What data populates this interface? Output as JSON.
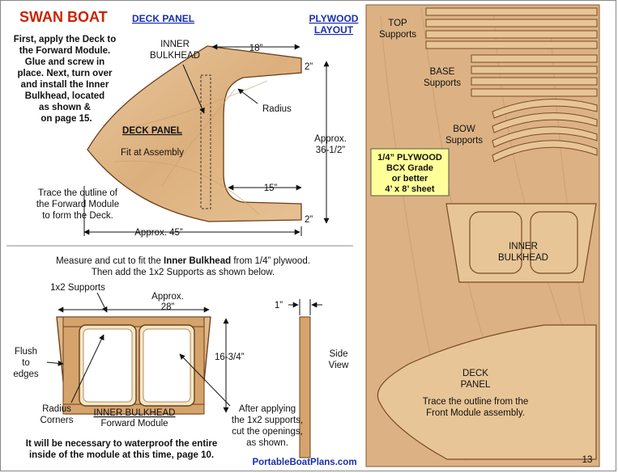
{
  "title": "SWAN BOAT",
  "instructions": [
    "First, apply the Deck to",
    "the Forward Module.",
    "Glue and screw in",
    "place. Next, turn over",
    "and install the Inner",
    "Bulkhead, located",
    "as shown &",
    "on page 15."
  ],
  "deck_panel_heading": "DECK  PANEL",
  "plywood_layout_heading": [
    "PLYWOOD",
    "LAYOUT"
  ],
  "inner_bulkhead_top_label": [
    "INNER",
    "BULKHEAD"
  ],
  "deck_panel_label": "DECK PANEL",
  "fit_at_assembly": "Fit at Assembly",
  "radius_label": "Radius",
  "dim_18": "18”",
  "dim_2_top": "2”",
  "dim_2_bottom": "2”",
  "dim_15": "15”",
  "approx_height": [
    "Approx.",
    "36-1/2”"
  ],
  "approx_45": "Approx. 45”",
  "trace_note": [
    "Trace the outline of",
    "the Forward Module",
    "to form the Deck."
  ],
  "measure_note": [
    "Measure and cut to fit the ",
    "Inner Bulkhead",
    " from 1/4” plywood."
  ],
  "measure_note_2": "Then add the 1x2 Supports as shown below.",
  "supports_label": "1x2 Supports",
  "approx_28": [
    "Approx.",
    "28”"
  ],
  "dim_1": "1”",
  "flush_label": [
    "Flush",
    "to",
    "edges"
  ],
  "dim_16_75": "16-3/4”",
  "side_view": [
    "Side",
    "View"
  ],
  "radius_corners": [
    "Radius",
    "Corners"
  ],
  "inner_bulkhead_bottom": "INNER BULKHEAD",
  "forward_module": "Forward Module",
  "after_applying": [
    "After applying",
    "the 1x2 supports,",
    "cut the openings,",
    "as shown."
  ],
  "waterproof_note": [
    "It will be necessary to waterproof the entire",
    "inside of the module at this time, page 10."
  ],
  "website": "PortableBoatPlans.com",
  "layout": {
    "top_supports": [
      "TOP",
      "Supports"
    ],
    "base_supports": [
      "BASE",
      "Supports"
    ],
    "bow_supports": [
      "BOW",
      "Supports"
    ],
    "plywood_spec": [
      "1/4” PLYWOOD",
      "BCX Grade",
      "or better",
      "4’ x 8’ sheet"
    ],
    "inner_bulkhead": [
      "INNER",
      "BULKHEAD"
    ],
    "deck_panel": [
      "DECK",
      "PANEL"
    ],
    "trace_note": [
      "Trace the outline from the",
      "Front Module assembly."
    ],
    "page_number": "13"
  },
  "colors": {
    "title_red": "#cc2200",
    "heading_blue": "#1a2fa8",
    "wood": "#e0bb8f",
    "wood_dark": "#c79a68",
    "outline": "#7a4a22",
    "website_blue": "#1a2fa8",
    "spec_yellow": "#ffff99"
  }
}
